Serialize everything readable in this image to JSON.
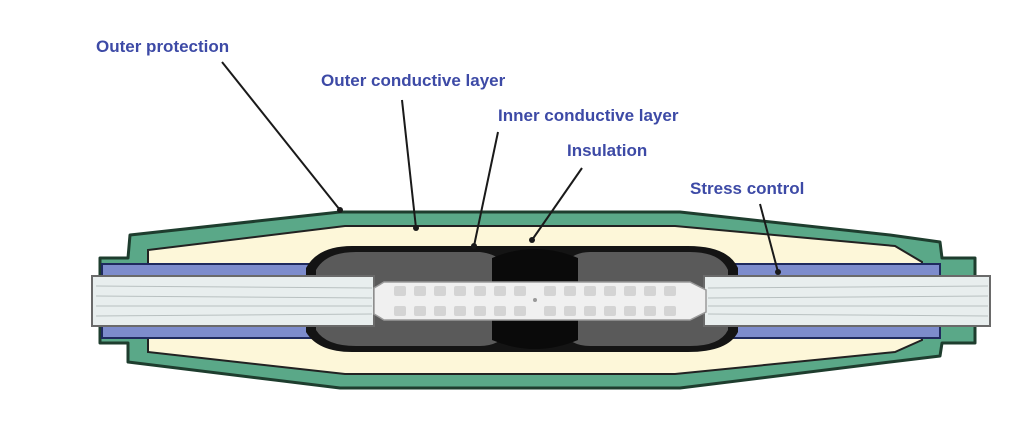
{
  "labels": {
    "outer_protection": "Outer protection",
    "outer_conductive_layer": "Outer conductive layer",
    "inner_conductive_layer": "Inner conductive layer",
    "insulation": "Insulation",
    "stress_control": "Stress control"
  },
  "colors": {
    "label_text": "#3d4aa6",
    "leader_line": "#1a1a1a",
    "outer_protection": "#5aa888",
    "outer_protection_edge": "#1e3d2e",
    "inner_fill": "#fdf7d9",
    "stress_control": "#7d8ccc",
    "conductive_layer": "#5a5a5a",
    "insulation_core": "#0a0a0a",
    "cable_core": "#e8eeee",
    "connector": "#f0f0f0"
  }
}
